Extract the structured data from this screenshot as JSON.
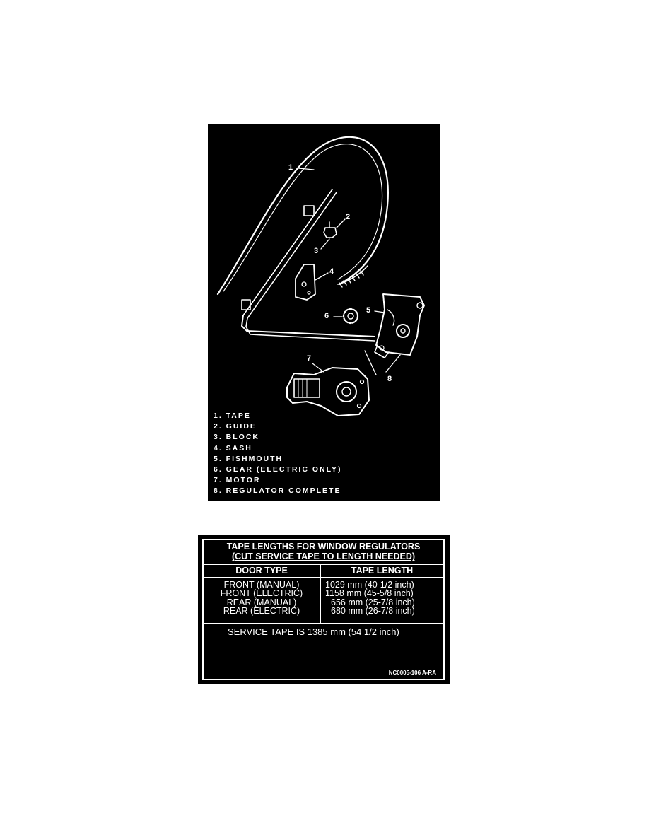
{
  "figure1": {
    "callouts": [
      "1",
      "2",
      "3",
      "4",
      "5",
      "6",
      "7",
      "8"
    ],
    "legend": [
      "1. TAPE",
      "2. GUIDE",
      "3. BLOCK",
      "4. SASH",
      "5. FISHMOUTH",
      "6. GEAR (ELECTRIC ONLY)",
      "7. MOTOR",
      "8. REGULATOR COMPLETE"
    ]
  },
  "figure2": {
    "title_line1": "TAPE LENGTHS FOR WINDOW REGULATORS",
    "title_line2": "(CUT SERVICE TAPE TO LENGTH NEEDED)",
    "headers": [
      "DOOR TYPE",
      "TAPE LENGTH"
    ],
    "rows": [
      {
        "door": "FRONT (MANUAL)",
        "length": "1029 mm (40-1/2 inch)"
      },
      {
        "door": "FRONT (ELECTRIC)",
        "length": "1158 mm (45-5/8 inch)"
      },
      {
        "door": "REAR (MANUAL)",
        "length": "656 mm (25-7/8 inch)"
      },
      {
        "door": "REAR (ELECTRIC)",
        "length": "680 mm (26-7/8 inch)"
      }
    ],
    "service_note": "SERVICE TAPE IS 1385 mm (54 1/2 inch)",
    "figure_code": "NC0005-106 A-RA"
  }
}
